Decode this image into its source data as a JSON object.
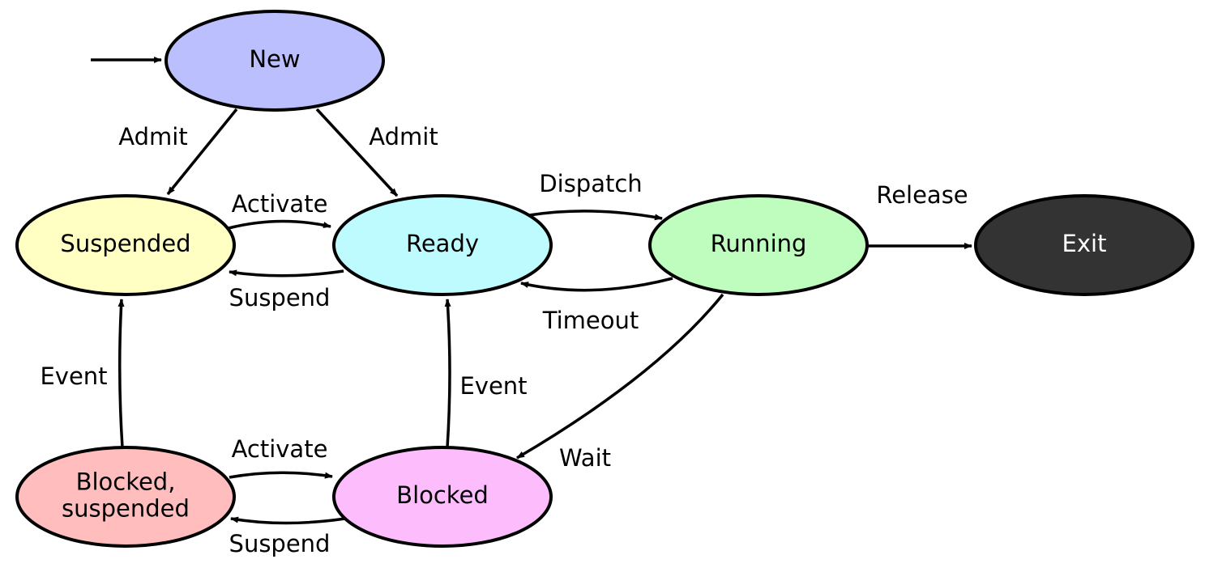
{
  "states": {
    "new": {
      "label_lines": [
        "New"
      ],
      "fill": "#bcbffe",
      "text_color": "#000000"
    },
    "suspended": {
      "label_lines": [
        "Suspended"
      ],
      "fill": "#ffffc4",
      "text_color": "#000000"
    },
    "ready": {
      "label_lines": [
        "Ready"
      ],
      "fill": "#bdfbfe",
      "text_color": "#000000"
    },
    "running": {
      "label_lines": [
        "Running"
      ],
      "fill": "#befdbe",
      "text_color": "#000000"
    },
    "exit": {
      "label_lines": [
        "Exit"
      ],
      "fill": "#333333",
      "text_color": "#ffffff"
    },
    "blocked_suspended": {
      "label_lines": [
        "Blocked,",
        "suspended"
      ],
      "fill": "#ffbdbd",
      "text_color": "#000000"
    },
    "blocked": {
      "label_lines": [
        "Blocked"
      ],
      "fill": "#fdbdfd",
      "text_color": "#000000"
    }
  },
  "initial_state": "new",
  "transitions": [
    {
      "id": "admit-to-suspended",
      "from": "new",
      "to": "suspended",
      "label": "Admit"
    },
    {
      "id": "admit-to-ready",
      "from": "new",
      "to": "ready",
      "label": "Admit"
    },
    {
      "id": "activate-suspended",
      "from": "suspended",
      "to": "ready",
      "label": "Activate"
    },
    {
      "id": "suspend-ready",
      "from": "ready",
      "to": "suspended",
      "label": "Suspend"
    },
    {
      "id": "dispatch",
      "from": "ready",
      "to": "running",
      "label": "Dispatch"
    },
    {
      "id": "timeout",
      "from": "running",
      "to": "ready",
      "label": "Timeout"
    },
    {
      "id": "release",
      "from": "running",
      "to": "exit",
      "label": "Release"
    },
    {
      "id": "wait",
      "from": "running",
      "to": "blocked",
      "label": "Wait"
    },
    {
      "id": "event-blocked-susp",
      "from": "blocked_suspended",
      "to": "suspended",
      "label": "Event"
    },
    {
      "id": "event-blocked",
      "from": "blocked",
      "to": "ready",
      "label": "Event"
    },
    {
      "id": "activate-blocked",
      "from": "blocked_suspended",
      "to": "blocked",
      "label": "Activate"
    },
    {
      "id": "suspend-blocked",
      "from": "blocked",
      "to": "blocked_suspended",
      "label": "Suspend"
    }
  ]
}
